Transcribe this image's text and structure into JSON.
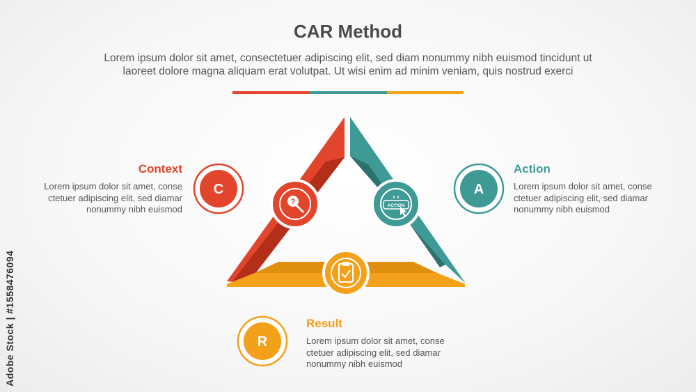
{
  "header": {
    "title": "CAR Method",
    "subtitle_line1": "Lorem ipsum dolor sit amet, consectetuer adipiscing elit, sed diam nonummy nibh euismod tincidunt ut",
    "subtitle_line2": "laoreet dolore magna aliquam erat volutpat. Ut wisi enim ad minim veniam, quis nostrud exerci"
  },
  "colors": {
    "context": "#e2452b",
    "action": "#3f9a95",
    "result": "#f3a01b",
    "title_text": "#4a4a4a",
    "body_text": "#555555"
  },
  "items": [
    {
      "key": "context",
      "letter": "C",
      "heading": "Context",
      "desc_lines": [
        "Lorem ipsum dolor sit amet, conse",
        "ctetuer adipiscing elit, sed diamar",
        "nonummy nibh euismod"
      ],
      "icon": "magnifier-question-icon"
    },
    {
      "key": "action",
      "letter": "A",
      "heading": "Action",
      "desc_lines": [
        "Lorem ipsum dolor sit amet, conse",
        "ctetuer adipiscing elit, sed diamar",
        "nonummy nibh euismod"
      ],
      "icon": "action-button-cursor-icon",
      "icon_text": "ACTION"
    },
    {
      "key": "result",
      "letter": "R",
      "heading": "Result",
      "desc_lines": [
        "Lorem ipsum dolor sit amet, conse",
        "ctetuer adipiscing elit, sed diamar",
        "nonummy nibh euismod"
      ],
      "icon": "clipboard-check-icon"
    }
  ],
  "watermark": "Adobe Stock | #1558476094"
}
